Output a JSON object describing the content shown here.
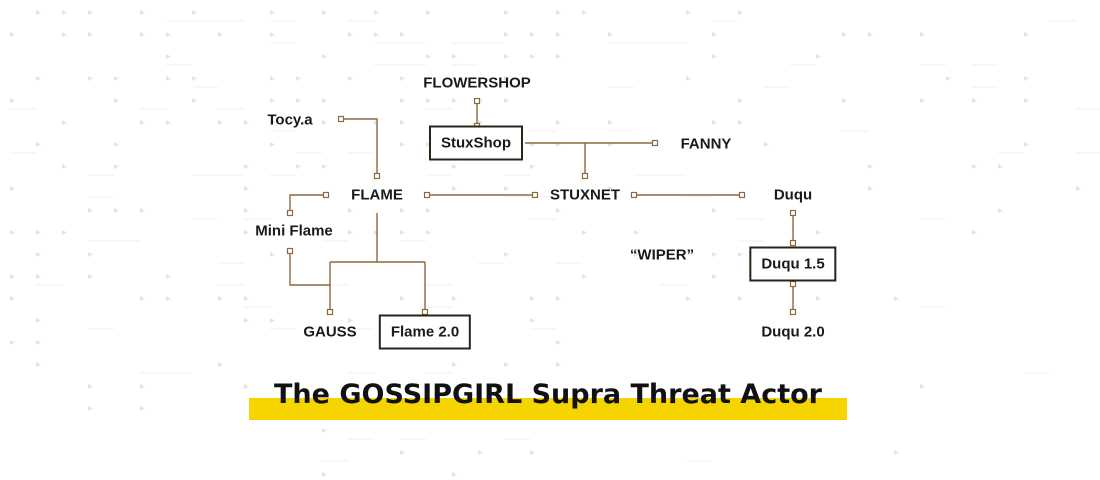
{
  "colors": {
    "connector": "#8b6a3e",
    "node_text": "#1a1a1a",
    "box_border": "#2a2418",
    "title_highlight": "#f5d400",
    "background_pattern": "#e4e4e4"
  },
  "diagram": {
    "nodes": [
      {
        "id": "flowershop",
        "label": "FLOWERSHOP",
        "boxed": false
      },
      {
        "id": "tocy",
        "label": "Tocy.a",
        "boxed": false
      },
      {
        "id": "stuxshop",
        "label": "StuxShop",
        "boxed": true
      },
      {
        "id": "fanny",
        "label": "FANNY",
        "boxed": false
      },
      {
        "id": "flame",
        "label": "FLAME",
        "boxed": false
      },
      {
        "id": "stuxnet",
        "label": "STUXNET",
        "boxed": false
      },
      {
        "id": "duqu",
        "label": "Duqu",
        "boxed": false
      },
      {
        "id": "miniflame",
        "label": "Mini Flame",
        "boxed": false
      },
      {
        "id": "wiper",
        "label": "“WIPER”",
        "boxed": false
      },
      {
        "id": "duqu15",
        "label": "Duqu 1.5",
        "boxed": true
      },
      {
        "id": "gauss",
        "label": "GAUSS",
        "boxed": false
      },
      {
        "id": "flame20",
        "label": "Flame 2.0",
        "boxed": true
      },
      {
        "id": "duqu20",
        "label": "Duqu 2.0",
        "boxed": false
      }
    ],
    "edges": [
      {
        "from": "flowershop",
        "to": "stuxshop"
      },
      {
        "from": "tocy",
        "to": "flame"
      },
      {
        "from": "stuxshop",
        "to": "fanny"
      },
      {
        "from": "stuxshop",
        "to": "stuxnet"
      },
      {
        "from": "flame",
        "to": "stuxnet"
      },
      {
        "from": "stuxnet",
        "to": "duqu"
      },
      {
        "from": "flame",
        "to": "miniflame"
      },
      {
        "from": "flame",
        "to": "gauss"
      },
      {
        "from": "flame",
        "to": "flame20"
      },
      {
        "from": "miniflame",
        "to": "gauss"
      },
      {
        "from": "duqu",
        "to": "duqu15"
      },
      {
        "from": "duqu15",
        "to": "duqu20"
      }
    ]
  },
  "title": "The GOSSIPGIRL Supra Threat Actor"
}
